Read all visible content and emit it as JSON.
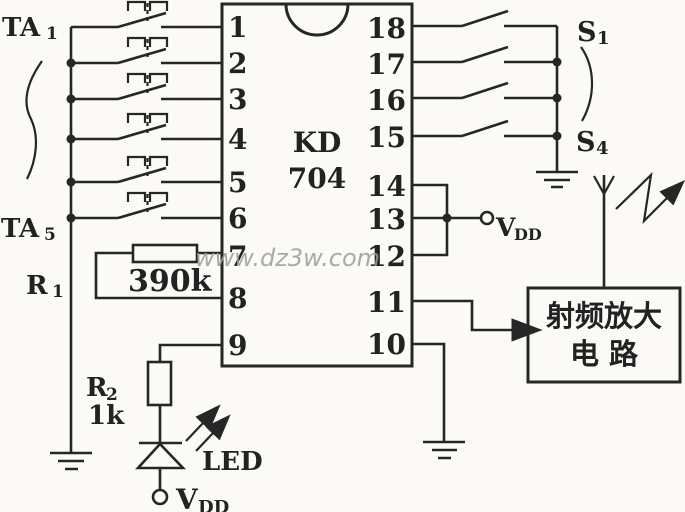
{
  "watermark": "www.dz3w.com",
  "colors": {
    "ink": "#262626",
    "background": "#fbfaf7",
    "watermark": "#9c9c9c"
  },
  "ic": {
    "line1": "KD",
    "line2": "704",
    "pins_left": [
      "1",
      "2",
      "3",
      "4",
      "5",
      "6",
      "7",
      "8",
      "9"
    ],
    "pins_right": [
      "18",
      "17",
      "16",
      "15",
      "14",
      "13",
      "12",
      "11",
      "10"
    ]
  },
  "labels": {
    "ta_top": {
      "main": "TA",
      "sub": "1"
    },
    "ta_bottom": {
      "main": "TA",
      "sub": "5"
    },
    "r1": {
      "main": "R",
      "sub": "1"
    },
    "r2": {
      "main": "R",
      "sub": "2",
      "value": "1k"
    },
    "r_osc": {
      "value": "390k"
    },
    "s_top": {
      "main": "S",
      "sub": "1"
    },
    "s_bottom": {
      "main": "S",
      "sub": "4"
    },
    "led": "LED",
    "vdd13": {
      "main": "V",
      "sub": "DD"
    },
    "vdd_led": {
      "main": "V",
      "sub": "DD"
    }
  },
  "rf_box": {
    "line1": "射频放大",
    "line2": "电 路"
  }
}
